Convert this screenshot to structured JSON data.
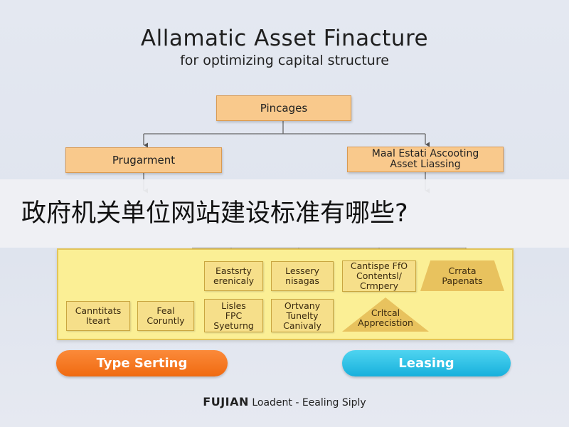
{
  "header": {
    "title": "Allamatic Asset Finacture",
    "subtitle": "for optimizing capital structure"
  },
  "diagram": {
    "root": "Pincages",
    "left_branch": "Prugarment",
    "right_branch": "Maal Estati Ascooting\nAsset Liassing",
    "panel_boxes": {
      "easterly": "Eastsrty\nerenicaly",
      "lessery": "Lessery\nnisagas",
      "candisps": "Cantispe FfO\nContentsl/\nCrmpery",
      "create": "Crrata\nPapenats",
      "candidates": "Canntitats\nIteart",
      "feal": "Feal\nCoruntly",
      "lisles": "Lisles\nFPC\nSyeturng",
      "ortvany": "Ortvany\nTunelty\nCanivaly",
      "critical": "Crltcal\nApprecistion"
    }
  },
  "banner": {
    "text": "政府机关单位网站建设标准有哪些?"
  },
  "buttons": {
    "left": "Type Serting",
    "right": "Leasing"
  },
  "footer": {
    "brand": "FUJIAN",
    "text": "Loadent - Eealing Siply"
  }
}
